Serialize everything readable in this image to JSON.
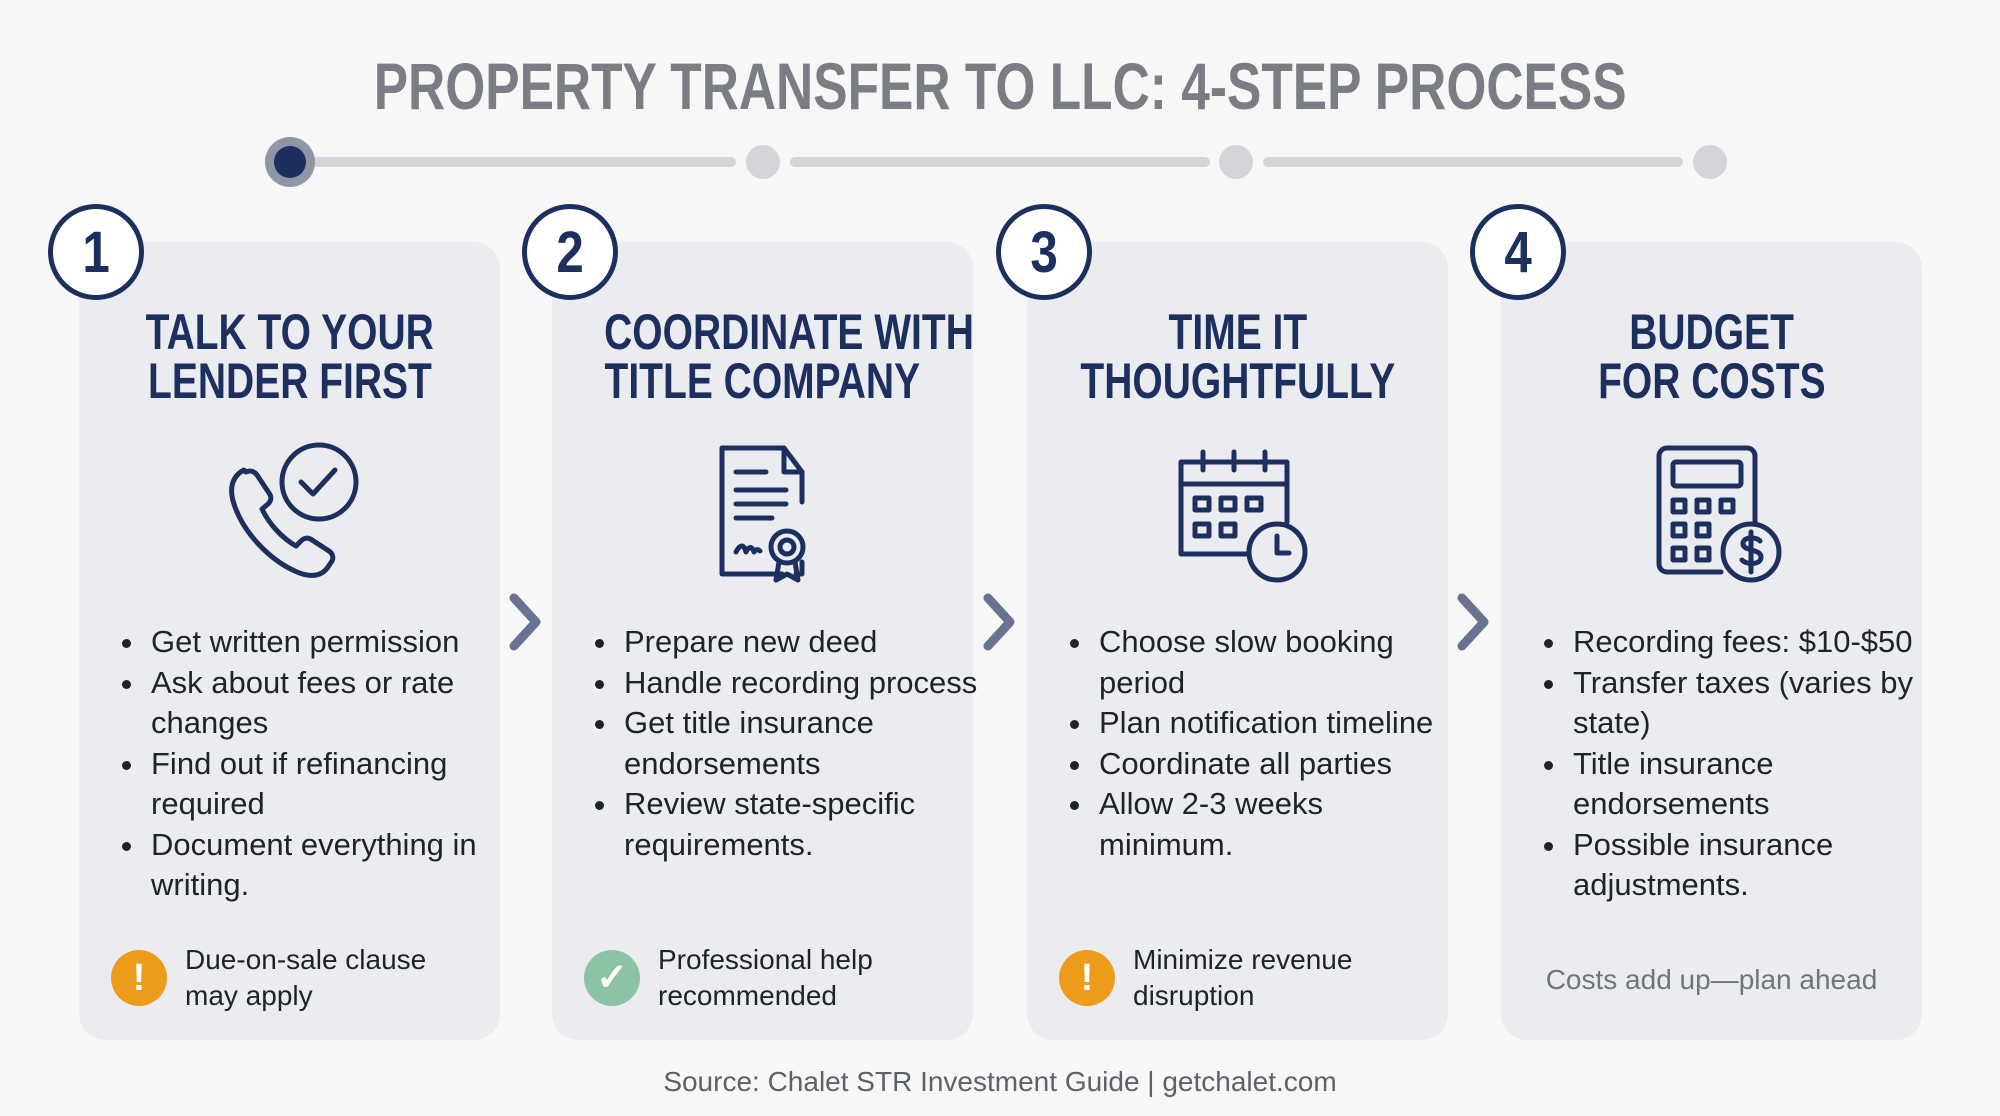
{
  "title": "PROPERTY TRANSFER TO LLC: 4-STEP PROCESS",
  "progress": {
    "steps": 4,
    "current": 1
  },
  "steps": [
    {
      "number": "1",
      "heading_line1": "TALK TO YOUR",
      "heading_line2": "LENDER FIRST",
      "icon": "phone-check-icon",
      "items": [
        "Get written permission",
        "Ask about fees or rate changes",
        "Find out if refinancing required",
        "Document everything in writing."
      ],
      "note": {
        "icon": "warning-icon",
        "text_line1": "Due-on-sale clause",
        "text_line2": "may apply"
      }
    },
    {
      "number": "2",
      "heading_line1": "COORDINATE WITH",
      "heading_line2": "TITLE COMPANY",
      "icon": "certificate-document-icon",
      "items": [
        "Prepare new deed",
        "Handle recording process",
        "Get title insurance endorsements",
        "Review state-specific requirements."
      ],
      "note": {
        "icon": "check-circle-icon",
        "text_line1": "Professional help",
        "text_line2": "recommended"
      }
    },
    {
      "number": "3",
      "heading_line1": "TIME IT",
      "heading_line2": "THOUGHTFULLY",
      "icon": "calendar-clock-icon",
      "items": [
        "Choose slow booking period",
        "Plan notification timeline",
        "Coordinate all parties",
        "Allow 2-3 weeks minimum."
      ],
      "note": {
        "icon": "warning-icon",
        "text_line1": "Minimize revenue",
        "text_line2": "disruption"
      }
    },
    {
      "number": "4",
      "heading_line1": "BUDGET",
      "heading_line2": "FOR COSTS",
      "icon": "calculator-dollar-icon",
      "items": [
        "Recording fees: $10-$50",
        "Transfer taxes (varies by state)",
        "Title insurance endorsements",
        "Possible insurance adjustments."
      ],
      "note": {
        "text": "Costs add up—plan ahead"
      }
    }
  ],
  "source": "Source: Chalet STR Investment Guide | getchalet.com",
  "colors": {
    "navy": "#1c2f5e",
    "warning": "#ec9c1a",
    "success": "#8cc3a4",
    "card": "#ebecf0"
  }
}
